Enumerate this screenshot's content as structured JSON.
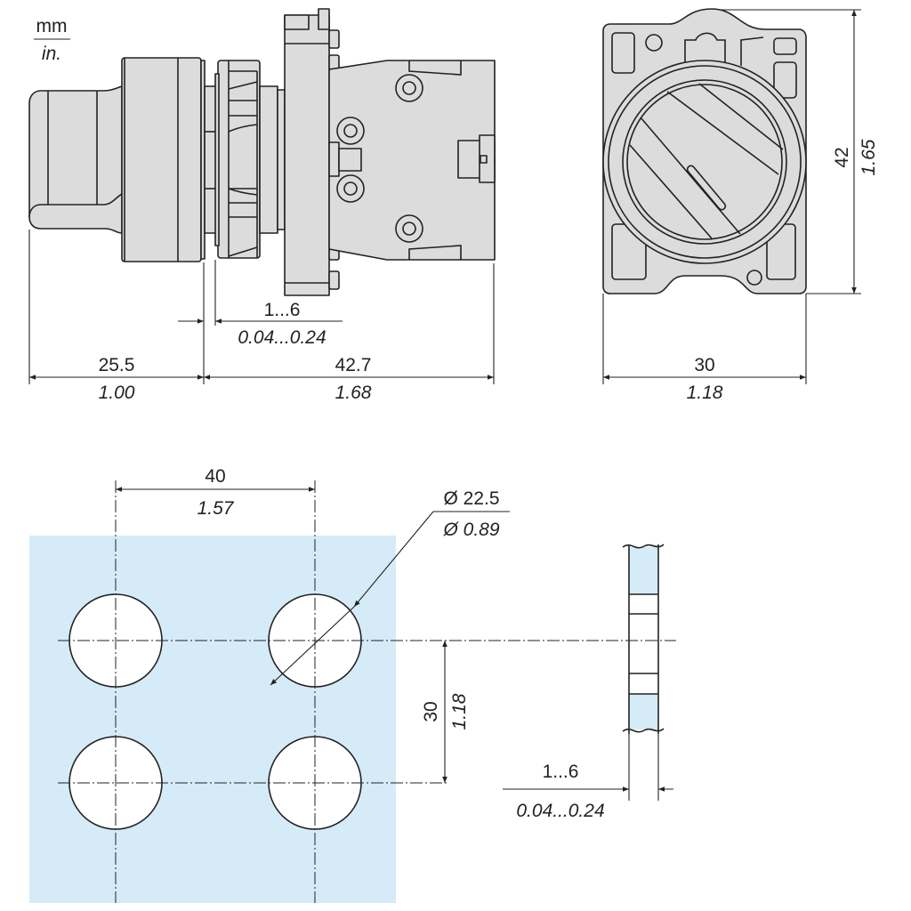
{
  "units": {
    "primary": "mm",
    "secondary": "in."
  },
  "side_view": {
    "panel_thickness": {
      "mm": "1...6",
      "in": "0.04...0.24"
    },
    "head_length": {
      "mm": "25.5",
      "in": "1.00"
    },
    "body_length": {
      "mm": "42.7",
      "in": "1.68"
    }
  },
  "front_view": {
    "width": {
      "mm": "30",
      "in": "1.18"
    },
    "height": {
      "mm": "42",
      "in": "1.65"
    }
  },
  "panel_cutout": {
    "horizontal_spacing": {
      "mm": "40",
      "in": "1.57"
    },
    "hole_diameter": {
      "mm": "Ø 22.5",
      "in": "Ø 0.89"
    },
    "vertical_spacing": {
      "mm": "30",
      "in": "1.18"
    },
    "panel_thickness": {
      "mm": "1...6",
      "in": "0.04...0.24"
    }
  },
  "colors": {
    "part_fill": "#dcdcdc",
    "panel_fill": "#d5ebf8",
    "line": "#222222"
  }
}
